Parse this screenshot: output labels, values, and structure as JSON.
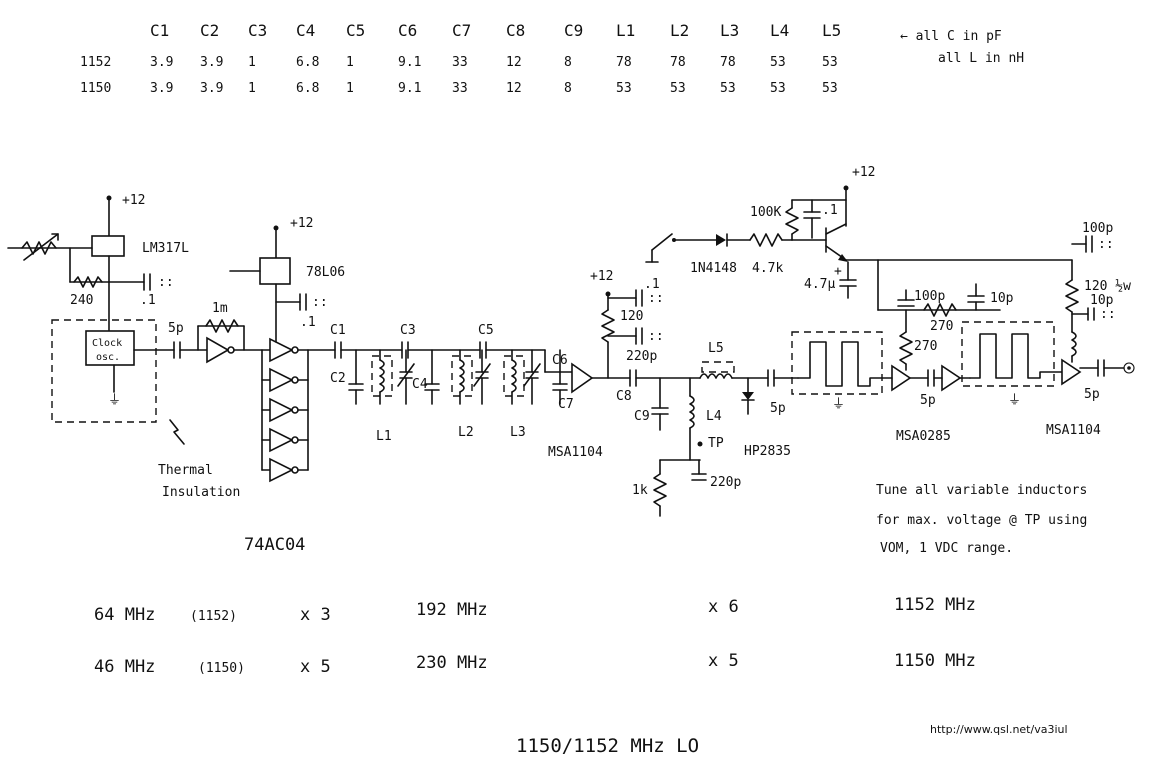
{
  "table": {
    "headers": [
      "C1",
      "C2",
      "C3",
      "C4",
      "C5",
      "C6",
      "C7",
      "C8",
      "C9",
      "L1",
      "L2",
      "L3",
      "L4",
      "L5"
    ],
    "rows": [
      {
        "label": "1152",
        "values": [
          "3.9",
          "3.9",
          "1",
          "6.8",
          "1",
          "9.1",
          "33",
          "12",
          "8",
          "78",
          "78",
          "78",
          "53",
          "53"
        ]
      },
      {
        "label": "1150",
        "values": [
          "3.9",
          "3.9",
          "1",
          "6.8",
          "1",
          "9.1",
          "33",
          "12",
          "8",
          "53",
          "53",
          "53",
          "53",
          "53"
        ]
      }
    ],
    "note_line1": "← all C in pF",
    "note_line2": "all L in nH"
  },
  "labels": {
    "v12_a": "+12",
    "v12_b": "+12",
    "v12_c": "+12",
    "v12_d": "+12",
    "lm317": "LM317L",
    "r240": "240",
    "c_01a": ".1",
    "c_01b": ".1",
    "c_01c": ".1",
    "clock": "Clock",
    "osc": "osc.",
    "c5p_a": "5p",
    "r1m": "1m",
    "reg78": "78L06",
    "c1": "C1",
    "c2": "C2",
    "c3": "C3",
    "c4": "C4",
    "c5": "C5",
    "c6": "C6",
    "c7": "C7",
    "c8": "C8",
    "c9": "C9",
    "l1": "L1",
    "l2": "L2",
    "l3": "L3",
    "l4": "L4",
    "l5": "L5",
    "thermal1": "Thermal",
    "thermal2": "Insulation",
    "ic74": "74AC04",
    "r120": "120",
    "c220a": "220p",
    "msa_a": "MSA1104",
    "r1k": "1k",
    "c220b": "220p",
    "tp": "TP",
    "hp": "HP2835",
    "c5p_b": "5p",
    "diode": "1N4148",
    "r47k": "4.7k",
    "r100k": "100K",
    "c01_d": ".1",
    "c47u": "4.7μ",
    "c100p_a": "100p",
    "c100p_b": "100p",
    "r270a": "270",
    "r270b": "270",
    "c10p_a": "10p",
    "c10p_b": "10p",
    "c5p_c": "5p",
    "c5p_d": "5p",
    "msa_b": "MSA0285",
    "msa_c": "MSA1104",
    "r120w": "120 ½w",
    "tune1": "Tune all variable inductors",
    "tune2": "for max. voltage @ TP using",
    "tune3": "VOM, 1 VDC range."
  },
  "freqplan": [
    {
      "input": "64 MHz",
      "tag": "(1152)",
      "mult1": "x 3",
      "mid": "192 MHz",
      "mult2": "x 6",
      "out": "1152 MHz"
    },
    {
      "input": "46 MHz",
      "tag": "(1150)",
      "mult1": "x 5",
      "mid": "230 MHz",
      "mult2": "x 5",
      "out": "1150 MHz"
    }
  ],
  "title": "1150/1152 MHz LO",
  "url": "http://www.qsl.net/va3iul"
}
